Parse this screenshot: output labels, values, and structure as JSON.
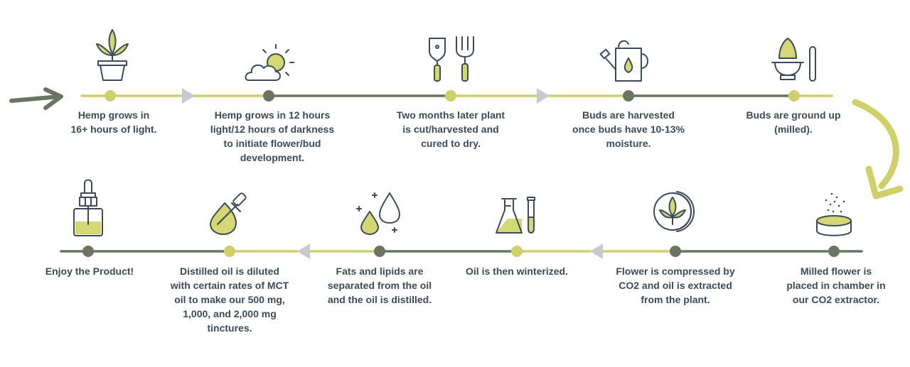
{
  "colors": {
    "olive": "#cfd06a",
    "dark": "#6a7560",
    "navy": "#3c4a5a",
    "chevron": "#c7cbd1",
    "icon_fill": "#d4d873"
  },
  "steps_top": [
    {
      "text": "Hemp grows in\n16+ hours of light.",
      "icon": "hemp-plant-pot-icon"
    },
    {
      "text": "Hemp grows in 12 hours\nlight/12 hours of darkness\nto initiate flower/bud\ndevelopment.",
      "icon": "sun-cloud-icon"
    },
    {
      "text": "Two months later plant\nis cut/harvested and\ncured to dry.",
      "icon": "garden-tools-icon"
    },
    {
      "text": "Buds are harvested\nonce buds have 10-13%\nmoisture.",
      "icon": "watering-can-icon"
    },
    {
      "text": "Buds are ground up\n(milled).",
      "icon": "mortar-pestle-icon"
    }
  ],
  "steps_bottom": [
    {
      "text": "Milled flower is\nplaced in chamber in\nour CO2 extractor.",
      "icon": "chamber-bowl-icon"
    },
    {
      "text": "Flower is compressed by\nCO2 and oil is extracted\nfrom the plant.",
      "icon": "hemp-coin-icon"
    },
    {
      "text": "Oil is then winterized.",
      "icon": "lab-flask-icon"
    },
    {
      "text": "Fats and lipids are\nseparated from the oil\nand the oil is distilled.",
      "icon": "oil-drops-icon"
    },
    {
      "text": "Distilled oil is diluted\nwith certain rates of MCT\noil to make our 500 mg,\n1,000, and 2,000 mg\ntinctures.",
      "icon": "dropper-drop-icon"
    },
    {
      "text": "Enjoy the Product!",
      "icon": "tincture-bottle-icon"
    }
  ]
}
